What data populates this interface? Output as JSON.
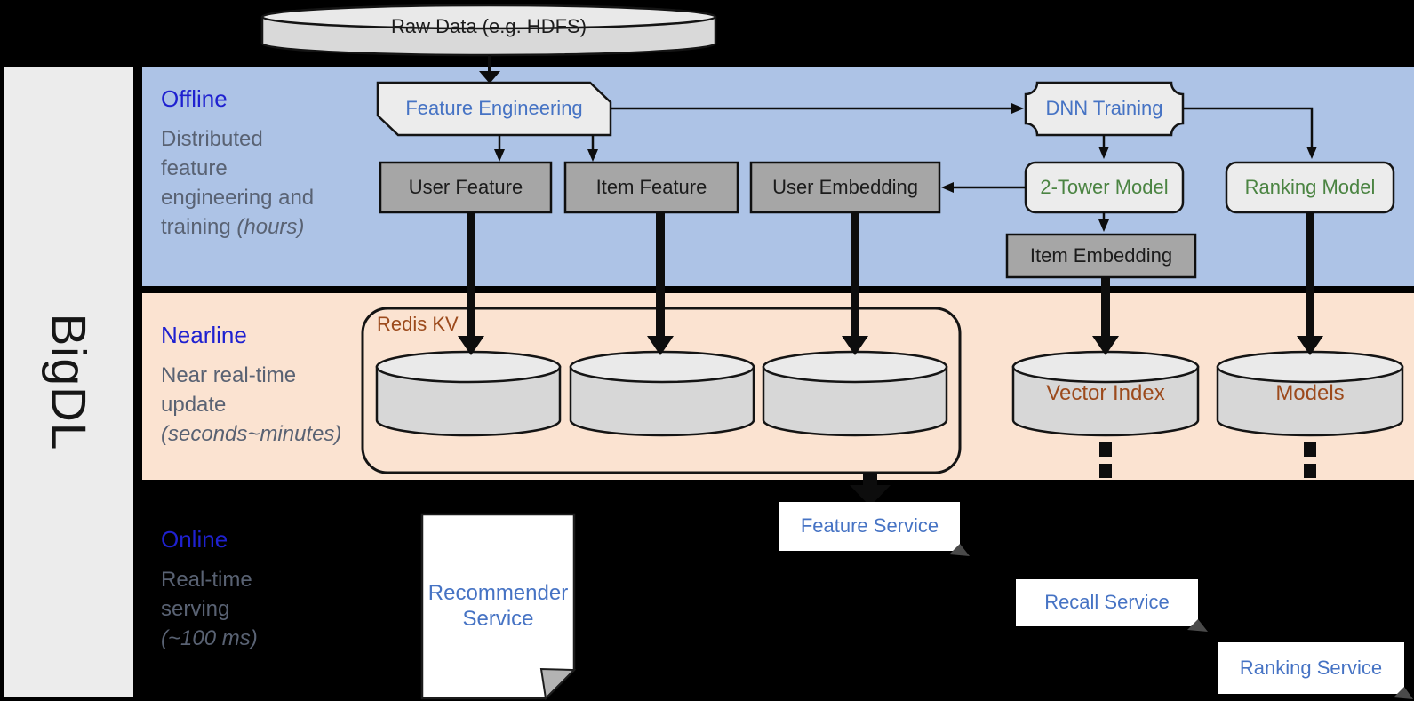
{
  "brand": {
    "label": "BigDL"
  },
  "raw_data": {
    "label": "Raw Data (e.g. HDFS)"
  },
  "lanes": {
    "offline": {
      "title": "Offline",
      "desc": "Distributed feature engineering and training",
      "note": "(hours)"
    },
    "nearline": {
      "title": "Nearline",
      "desc": "Near real-time update",
      "note": "(seconds~minutes)"
    },
    "online": {
      "title": "Online",
      "desc": "Real-time serving",
      "note": "(~100 ms)"
    }
  },
  "offline_nodes": {
    "feature_engineering": "Feature Engineering",
    "dnn_training": "DNN Training",
    "user_feature": "User Feature",
    "item_feature": "Item Feature",
    "user_embedding": "User Embedding",
    "two_tower_model": "2-Tower Model",
    "ranking_model": "Ranking Model",
    "item_embedding": "Item Embedding"
  },
  "nearline_nodes": {
    "redis_kv": "Redis KV",
    "vector_index": "Vector Index",
    "models": "Models"
  },
  "online_nodes": {
    "recommender_service": "Recommender Service",
    "feature_service": "Feature Service",
    "recall_service": "Recall Service",
    "ranking_service": "Ranking Service"
  },
  "colors": {
    "offline_bg": "#adc3e6",
    "nearline_bg": "#fbe3d1",
    "online_bg": "#000000",
    "sidebar_bg": "#ececec",
    "lane_title_blue": "#1f21d0",
    "desc_gray": "#596273",
    "node_text_blue": "#4673c4",
    "node_text_green": "#4b8442",
    "node_text_brown": "#9c4a1c",
    "gray_node_bg": "#a6a6a6",
    "light_node_bg": "#ececec"
  }
}
